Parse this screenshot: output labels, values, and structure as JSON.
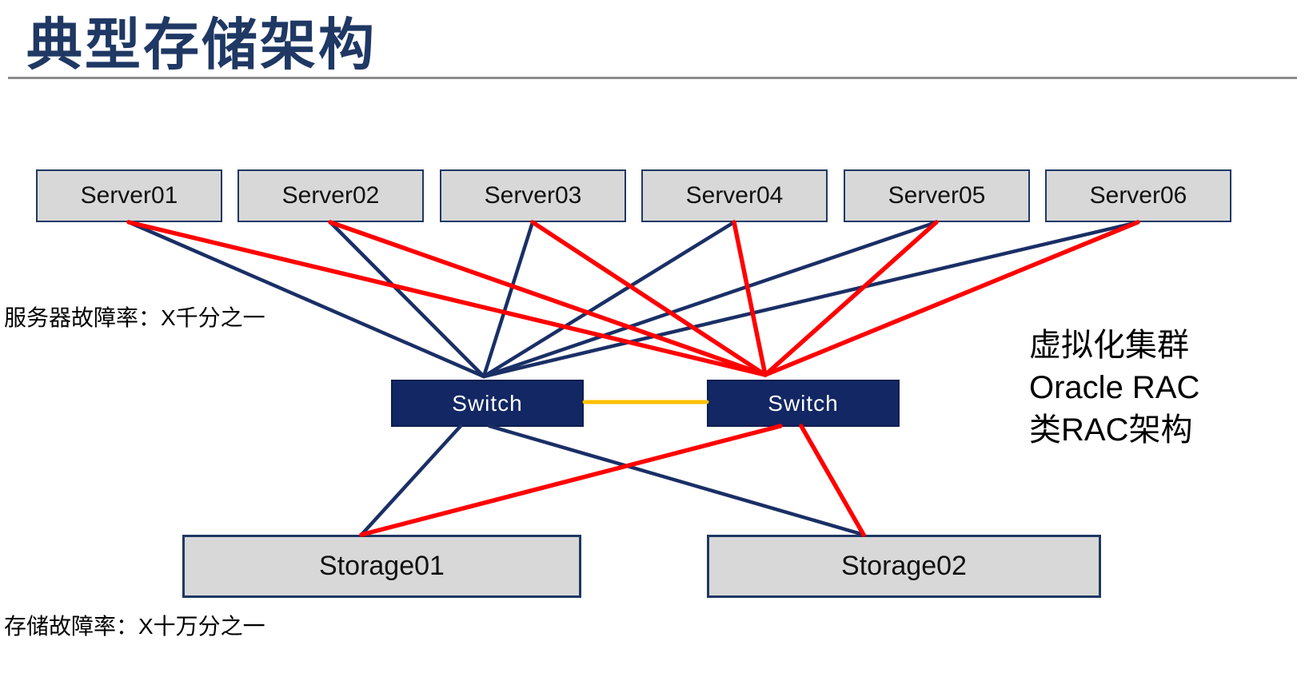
{
  "title": "典型存储架构",
  "annotations": {
    "server_failure_rate": "服务器故障率：X千分之一",
    "storage_failure_rate": "存储故障率：X十万分之一",
    "cluster_note_lines": [
      "虚拟化集群",
      "Oracle RAC",
      "类RAC架构"
    ]
  },
  "colors": {
    "title": "#1F3864",
    "box_border": "#1F3864",
    "box_fill": "#D8D8D8",
    "switch_fill": "#122763",
    "navy_line": "#1A2F66",
    "red_line": "#FF0000",
    "orange_line": "#FFC000",
    "divider": "#8C8C8C"
  },
  "nodes": {
    "servers": [
      {
        "id": "server1",
        "label": "Server01"
      },
      {
        "id": "server2",
        "label": "Server02"
      },
      {
        "id": "server3",
        "label": "Server03"
      },
      {
        "id": "server4",
        "label": "Server04"
      },
      {
        "id": "server5",
        "label": "Server05"
      },
      {
        "id": "server6",
        "label": "Server06"
      }
    ],
    "switches": [
      {
        "id": "switch-a",
        "label": "Switch"
      },
      {
        "id": "switch-b",
        "label": "Switch"
      }
    ],
    "storages": [
      {
        "id": "storage1",
        "label": "Storage01"
      },
      {
        "id": "storage2",
        "label": "Storage02"
      }
    ]
  },
  "edges": [
    {
      "from": "server1.bottom",
      "to": "switch-a.top",
      "color": "navy"
    },
    {
      "from": "server2.bottom",
      "to": "switch-a.top",
      "color": "navy"
    },
    {
      "from": "server3.bottom",
      "to": "switch-a.top",
      "color": "navy"
    },
    {
      "from": "server4.bottom",
      "to": "switch-a.top",
      "color": "navy"
    },
    {
      "from": "server5.bottom",
      "to": "switch-a.top",
      "color": "navy"
    },
    {
      "from": "server6.bottom",
      "to": "switch-a.top",
      "color": "navy"
    },
    {
      "from": "switch-a.bottomL",
      "to": "storage1.top",
      "color": "navy"
    },
    {
      "from": "switch-a.bottomR",
      "to": "storage2.top",
      "color": "navy"
    },
    {
      "from": "switch-a.right",
      "to": "switch-b.left",
      "color": "orange"
    },
    {
      "from": "server1.bottom",
      "to": "switch-b.top",
      "color": "red"
    },
    {
      "from": "server2.bottom",
      "to": "switch-b.top",
      "color": "red"
    },
    {
      "from": "server3.bottom",
      "to": "switch-b.top",
      "color": "red"
    },
    {
      "from": "server4.bottom",
      "to": "switch-b.top",
      "color": "red"
    },
    {
      "from": "server5.bottom",
      "to": "switch-b.top",
      "color": "red"
    },
    {
      "from": "server6.bottom",
      "to": "switch-b.top",
      "color": "red"
    },
    {
      "from": "switch-b.bottomL",
      "to": "storage1.top",
      "color": "red"
    },
    {
      "from": "switch-b.bottomR",
      "to": "storage2.top",
      "color": "red"
    }
  ]
}
